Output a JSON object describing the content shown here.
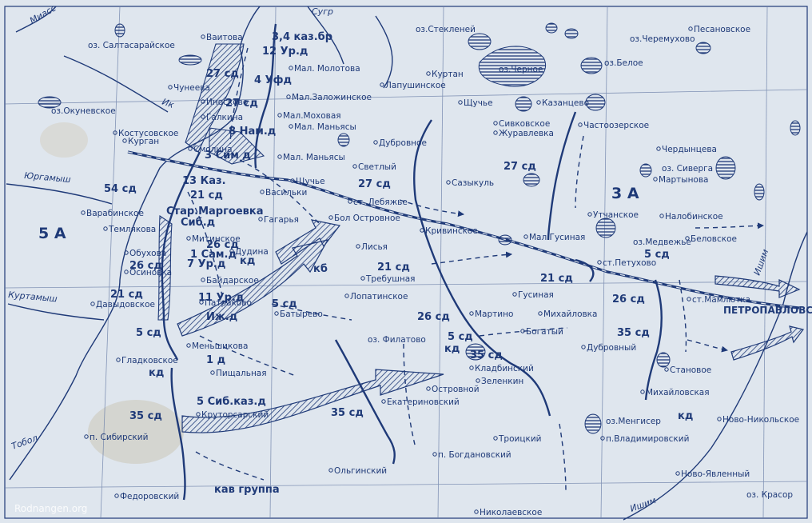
{
  "colors": {
    "paper": "#dfe6ee",
    "ink": "#1f3a78",
    "grid": "#6b7fa8"
  },
  "army_labels": [
    "5 А",
    "3 А"
  ],
  "unit_labels": [
    "3,4 каз.бр",
    "12 Ур.д",
    "4 Уфд",
    "27 сд",
    "27 сд",
    "8 Нам.д",
    "3 Сим д",
    "13 Каз.",
    "21 сд",
    "54 сд",
    "Стар.Маргоевка",
    "Сиб.д",
    "26 сд",
    "1 Сам.д",
    "7 Ур.д",
    "кд",
    "26 сд",
    "21 сд",
    "11 Ур.д",
    "Иж.д",
    "5 сд",
    "5 сд",
    "кд",
    "1 д",
    "5 Сиб.каз.д",
    "35 сд",
    "27 сд",
    "21 сд",
    "26 сд",
    "5 сд",
    "кд",
    "35 сд",
    "35 сд",
    "27 сд",
    "21 сд",
    "5 сд",
    "26 сд",
    "35 сд",
    "кд",
    "кб",
    "кав группа"
  ],
  "place_labels": [
    "Ваитова",
    "оз. Салтасарайское",
    "Мал. Молотова",
    "Чунеева",
    "Иносково",
    "Мал.Заложинское",
    "Лапушинское",
    "Костусовское",
    "Галкина",
    "Мал. Маньясы",
    "Мал.Моховая",
    "оз.Окуневское",
    "Курган",
    "Смолина",
    "Мал. Маньясы",
    "Щучье",
    "Васильки",
    "Гагарья",
    "Варабинское",
    "Темлякова",
    "Митинское",
    "Дудина",
    "Обухова",
    "Осиновка",
    "Байдарское",
    "Давыдовское",
    "Патраково",
    "Меньшикова",
    "Гладковское",
    "Пищальная",
    "Круторсарский",
    "п. Сибирский",
    "Федоровский",
    "Дубровное",
    "Светлый",
    "Сазыкуль",
    "ст. Лебяжье",
    "Бол Островное",
    "Кривинское",
    "Лисья",
    "Требушная",
    "Лопатинское",
    "Батырево",
    "оз. Филатово",
    "Мартино",
    "Кладбинский",
    "Зеленкин",
    "Островной",
    "Екатериновский",
    "п. Богдановский",
    "Троицкий",
    "Ольгинский",
    "Николаевское",
    "оз.Стекленей",
    "Куртан",
    "Щучье",
    "Сивковское",
    "Журавлевка",
    "Казанцево",
    "Частоозерское",
    "Чердынцева",
    "оз. Сиверга",
    "Мартынова",
    "Утчанское",
    "Налобинское",
    "Мал Гусиная",
    "ст.Петухово",
    "оз.Медвежье",
    "Беловское",
    "ст.Мамлютка",
    "Гусиная",
    "Михайловка",
    "Богатый",
    "Дубровный",
    "Становое",
    "Михайловская",
    "оз.Менгисер",
    "п.Владимировский",
    "Ново-Никольское",
    "Ново-Явленный",
    "оз.Черемухово",
    "Песановское",
    "оз.Белое",
    "оз.Черное",
    "оз. Красор"
  ],
  "city_labels": [
    "ПЕТРОПАВЛОВСК"
  ],
  "river_labels": [
    "Миасс",
    "Сугр",
    "Ик",
    "Юргамыш",
    "Куртамыш",
    "Тобол",
    "Ишим",
    "Ишим"
  ],
  "watermark": "Rodnangen.org"
}
